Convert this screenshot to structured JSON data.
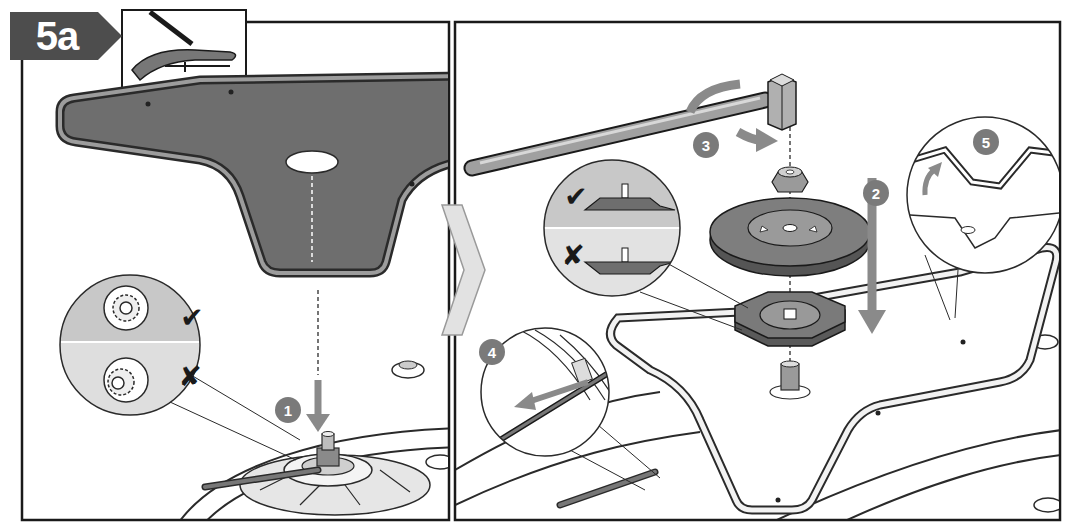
{
  "diagram": {
    "nodes": [
      {
        "text": [
          "5a"
        ]
      },
      {
        "text": [
          "1"
        ]
      },
      {
        "text": [
          "2"
        ]
      },
      {
        "text": [
          "3"
        ]
      },
      {
        "text": [
          "4"
        ]
      },
      {
        "text": [
          "5"
        ]
      }
    ],
    "labels": [
      "✔",
      "✘",
      "✔",
      "✘"
    ]
  }
}
